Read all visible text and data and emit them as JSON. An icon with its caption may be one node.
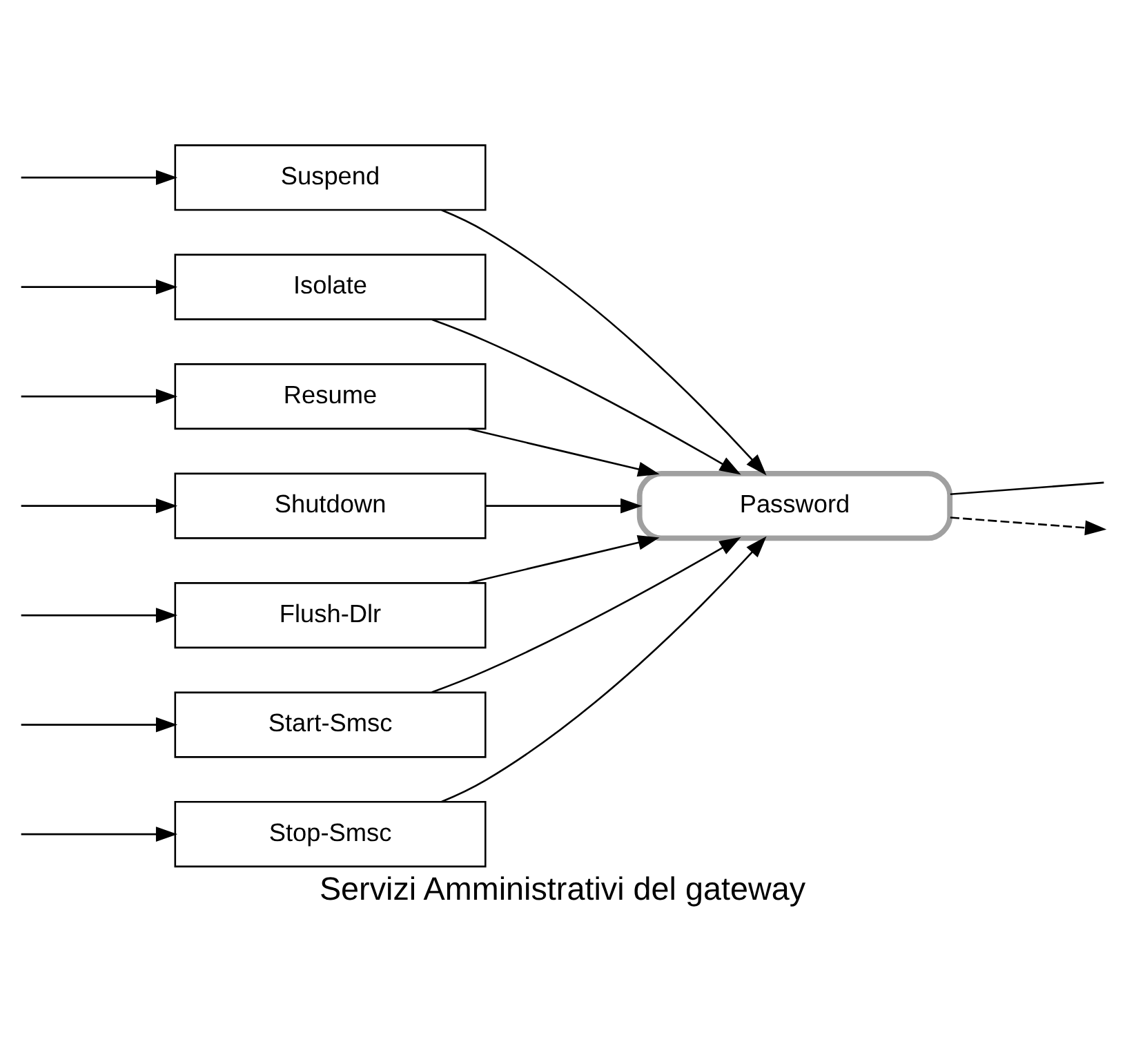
{
  "diagram": {
    "caption": "Servizi Amministrativi del gateway",
    "nodes": [
      {
        "text": [
          "Suspend"
        ]
      },
      {
        "text": [
          "Isolate"
        ]
      },
      {
        "text": [
          "Resume"
        ]
      },
      {
        "text": [
          "Shutdown"
        ]
      },
      {
        "text": [
          "Flush-Dlr"
        ]
      },
      {
        "text": [
          "Start-Smsc"
        ]
      },
      {
        "text": [
          "Stop-Smsc"
        ]
      },
      {
        "text": [
          "Password"
        ]
      }
    ],
    "edges": [
      {
        "from": null,
        "to": 0,
        "arrow": "to"
      },
      {
        "from": null,
        "to": 1,
        "arrow": "to"
      },
      {
        "from": null,
        "to": 2,
        "arrow": "to"
      },
      {
        "from": null,
        "to": 3,
        "arrow": "to"
      },
      {
        "from": null,
        "to": 4,
        "arrow": "to"
      },
      {
        "from": null,
        "to": 5,
        "arrow": "to"
      },
      {
        "from": null,
        "to": 6,
        "arrow": "to"
      },
      {
        "from": 0,
        "to": 7,
        "arrow": "to"
      },
      {
        "from": 1,
        "to": 7,
        "arrow": "to"
      },
      {
        "from": 2,
        "to": 7,
        "arrow": "to"
      },
      {
        "from": 3,
        "to": 7,
        "arrow": "to"
      },
      {
        "from": 4,
        "to": 7,
        "arrow": "to"
      },
      {
        "from": 5,
        "to": 7,
        "arrow": "to"
      },
      {
        "from": 6,
        "to": 7,
        "arrow": "to"
      },
      {
        "from": 7,
        "to": null,
        "arrow": "none"
      },
      {
        "from": 7,
        "to": null,
        "arrow": "to",
        "style": "dashed"
      }
    ]
  }
}
